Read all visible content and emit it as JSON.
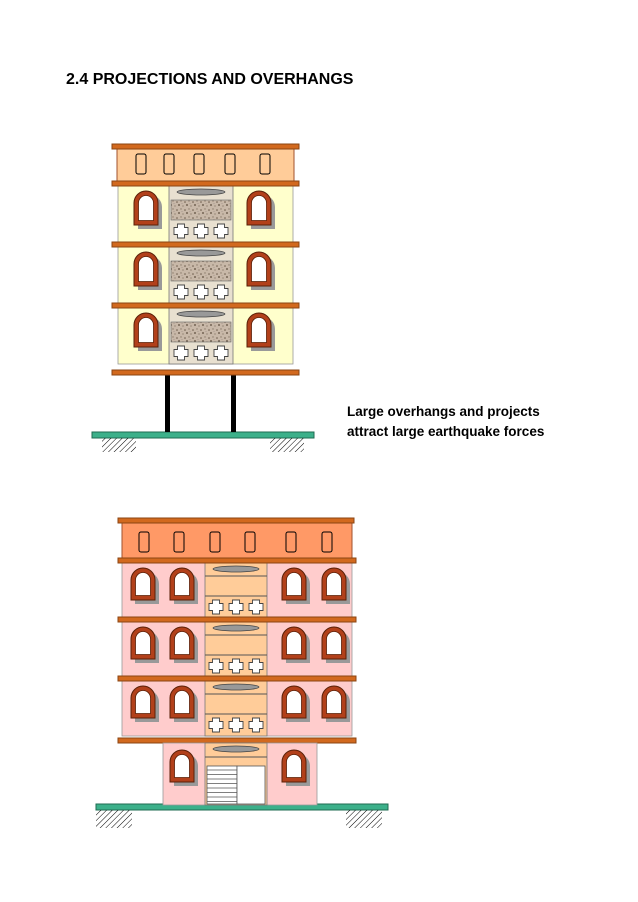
{
  "page": {
    "heading": "2.4 PROJECTIONS AND OVERHANGS",
    "caption_line1": "Large overhangs and projects",
    "caption_line2": "attract large earthquake forces"
  },
  "colors": {
    "slab": "#d2691e",
    "slab_edge": "#8b4513",
    "ground": "#3cb08a",
    "building1_parapet": "#ffcc99",
    "building1_wall": "#ffffcc",
    "building1_panel": "#e8e0d0",
    "building2_parapet": "#ff9966",
    "building2_wall": "#ffcccc",
    "building2_panel": "#ffcc99",
    "arch_window": "#b2401a",
    "arch_shadow": "#999999",
    "column": "#000000",
    "granite": "#b8a898"
  },
  "figures": [
    {
      "name": "building-with-overhang",
      "stories": 3,
      "support": "stilts"
    },
    {
      "name": "building-with-setback-ground-floor",
      "stories": 3,
      "support": "recessed-ground-floor"
    }
  ]
}
